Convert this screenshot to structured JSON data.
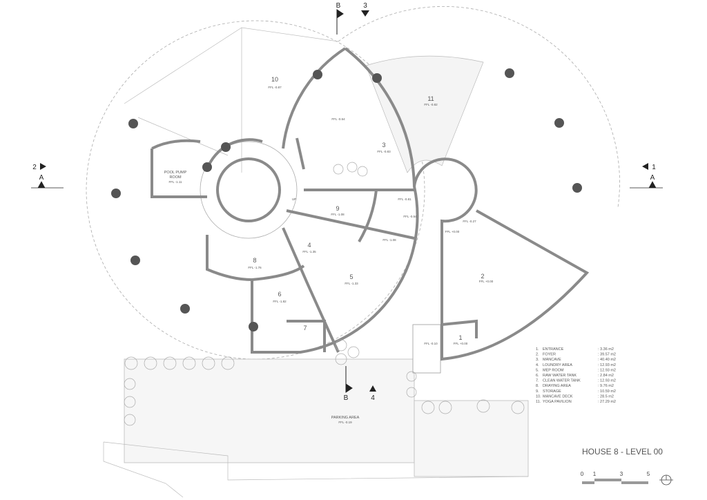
{
  "plan_title": "HOUSE 8 - LEVEL 00",
  "rooms": [
    {
      "num": "10",
      "ffl": "FFL -0.87"
    },
    {
      "num": "11",
      "ffl": "FFL -0.82"
    },
    {
      "num": "",
      "ffl": "FFL -0.54"
    },
    {
      "num": "3",
      "ffl": "FFL -0.83"
    },
    {
      "num": "9",
      "ffl": "FFL -1.08"
    },
    {
      "num": "",
      "ffl": "FFL -1.08"
    },
    {
      "num": "4",
      "ffl": "FFL -1.35"
    },
    {
      "num": "8",
      "ffl": "FFL -1.76"
    },
    {
      "num": "5",
      "ffl": "FFL -1.33"
    },
    {
      "num": "6",
      "ffl": "FFL -1.82"
    },
    {
      "num": "7",
      "ffl": ""
    },
    {
      "num": "2",
      "ffl": "FFL +0.00"
    },
    {
      "num": "1",
      "ffl": "FFL +0.00"
    },
    {
      "num": "",
      "ffl": "FFL -0.10"
    }
  ],
  "pool_pump_room": {
    "line1": "POOL PUMP",
    "line2": "ROOM",
    "ffl": "FFL -1.11"
  },
  "parking": {
    "label": "PARKING AREA",
    "ffl": "FFL -0.19"
  },
  "stair_levels": [
    "FFL -0.81",
    "FFL -0.54",
    "FFL -0.27",
    "FFL +0.00",
    "UP"
  ],
  "section_markers": {
    "top_b": "B",
    "top_3": "3",
    "left_2": "2",
    "left_a": "A",
    "right_1": "1",
    "right_a": "A",
    "bottom_b": "B",
    "bottom_4": "4"
  },
  "legend": [
    {
      "n": "1.",
      "name": "ENTRANCE",
      "area": ": 3.36  m2"
    },
    {
      "n": "2.",
      "name": "FOYER",
      "area": ": 39.57    m2"
    },
    {
      "n": "3.",
      "name": "MANCAVE",
      "area": ": 40.40  m2"
    },
    {
      "n": "4.",
      "name": "LOUNDRY AREA",
      "area": ": 12.93  m2"
    },
    {
      "n": "5.",
      "name": "MEP ROOM",
      "area": ": 12.93  m2"
    },
    {
      "n": "6.",
      "name": "RAW WATER TANK",
      "area": ": 2.84    m2"
    },
    {
      "n": "7.",
      "name": "CLEAN WATER TANK",
      "area": ": 12.93  m2"
    },
    {
      "n": "8.",
      "name": "DRAYING AREA",
      "area": ": 9.76    m2"
    },
    {
      "n": "9.",
      "name": "STORAGE",
      "area": ": 10.59  m2"
    },
    {
      "n": "10.",
      "name": "MANCAVE DECK",
      "area": ":  28.5   m2"
    },
    {
      "n": "11.",
      "name": "YOGA PAVILION",
      "area": ": 27.29  m2"
    }
  ],
  "scale_bar": {
    "ticks": [
      "0",
      "1",
      "3",
      "5"
    ],
    "unit_values": [
      0,
      1,
      3,
      5
    ]
  },
  "colors": {
    "wall": "#8a8a8a",
    "column": "#555555",
    "line": "#bbbbbb"
  }
}
